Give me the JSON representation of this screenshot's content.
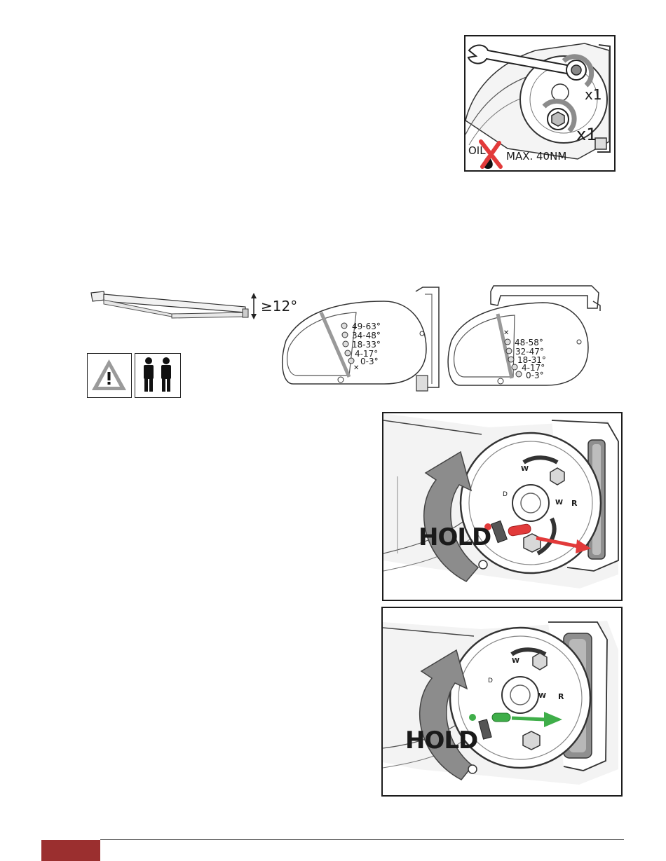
{
  "colors": {
    "accent": "#9b2f2f",
    "pin_red": "#e23a3a",
    "pin_green": "#3fae49",
    "arrow_gray": "#8c8c8c",
    "line_dark": "#1c1c1c"
  },
  "icons": [
    "wrench-icon",
    "oil-drop-crossed-icon",
    "warning-triangle-icon",
    "two-persons-icon",
    "rotate-arrow-icon",
    "push-arrow-icon"
  ],
  "torque_figure": {
    "count_top": "x1",
    "count_bottom": "x1",
    "oil": "OIL",
    "max_torque": "MAX. 40NM"
  },
  "angle_figure": {
    "min_angle": "≥12°",
    "bracket_a_ranges": [
      "49-63°",
      "34-48°",
      "18-33°",
      "4-17°",
      "0-3°"
    ],
    "bracket_b_ranges": [
      "48-58°",
      "32-47°",
      "18-31°",
      "4-17°",
      "0-3°"
    ]
  },
  "hold_figure_release": {
    "hold_label": "HOLD",
    "mark_w_top": "W",
    "mark_w_mid": "W",
    "mark_r": "R",
    "mark_d": "D"
  },
  "hold_figure_engage": {
    "hold_label": "HOLD",
    "mark_w_top": "W",
    "mark_w_mid": "W",
    "mark_r": "R",
    "mark_d": "D"
  }
}
